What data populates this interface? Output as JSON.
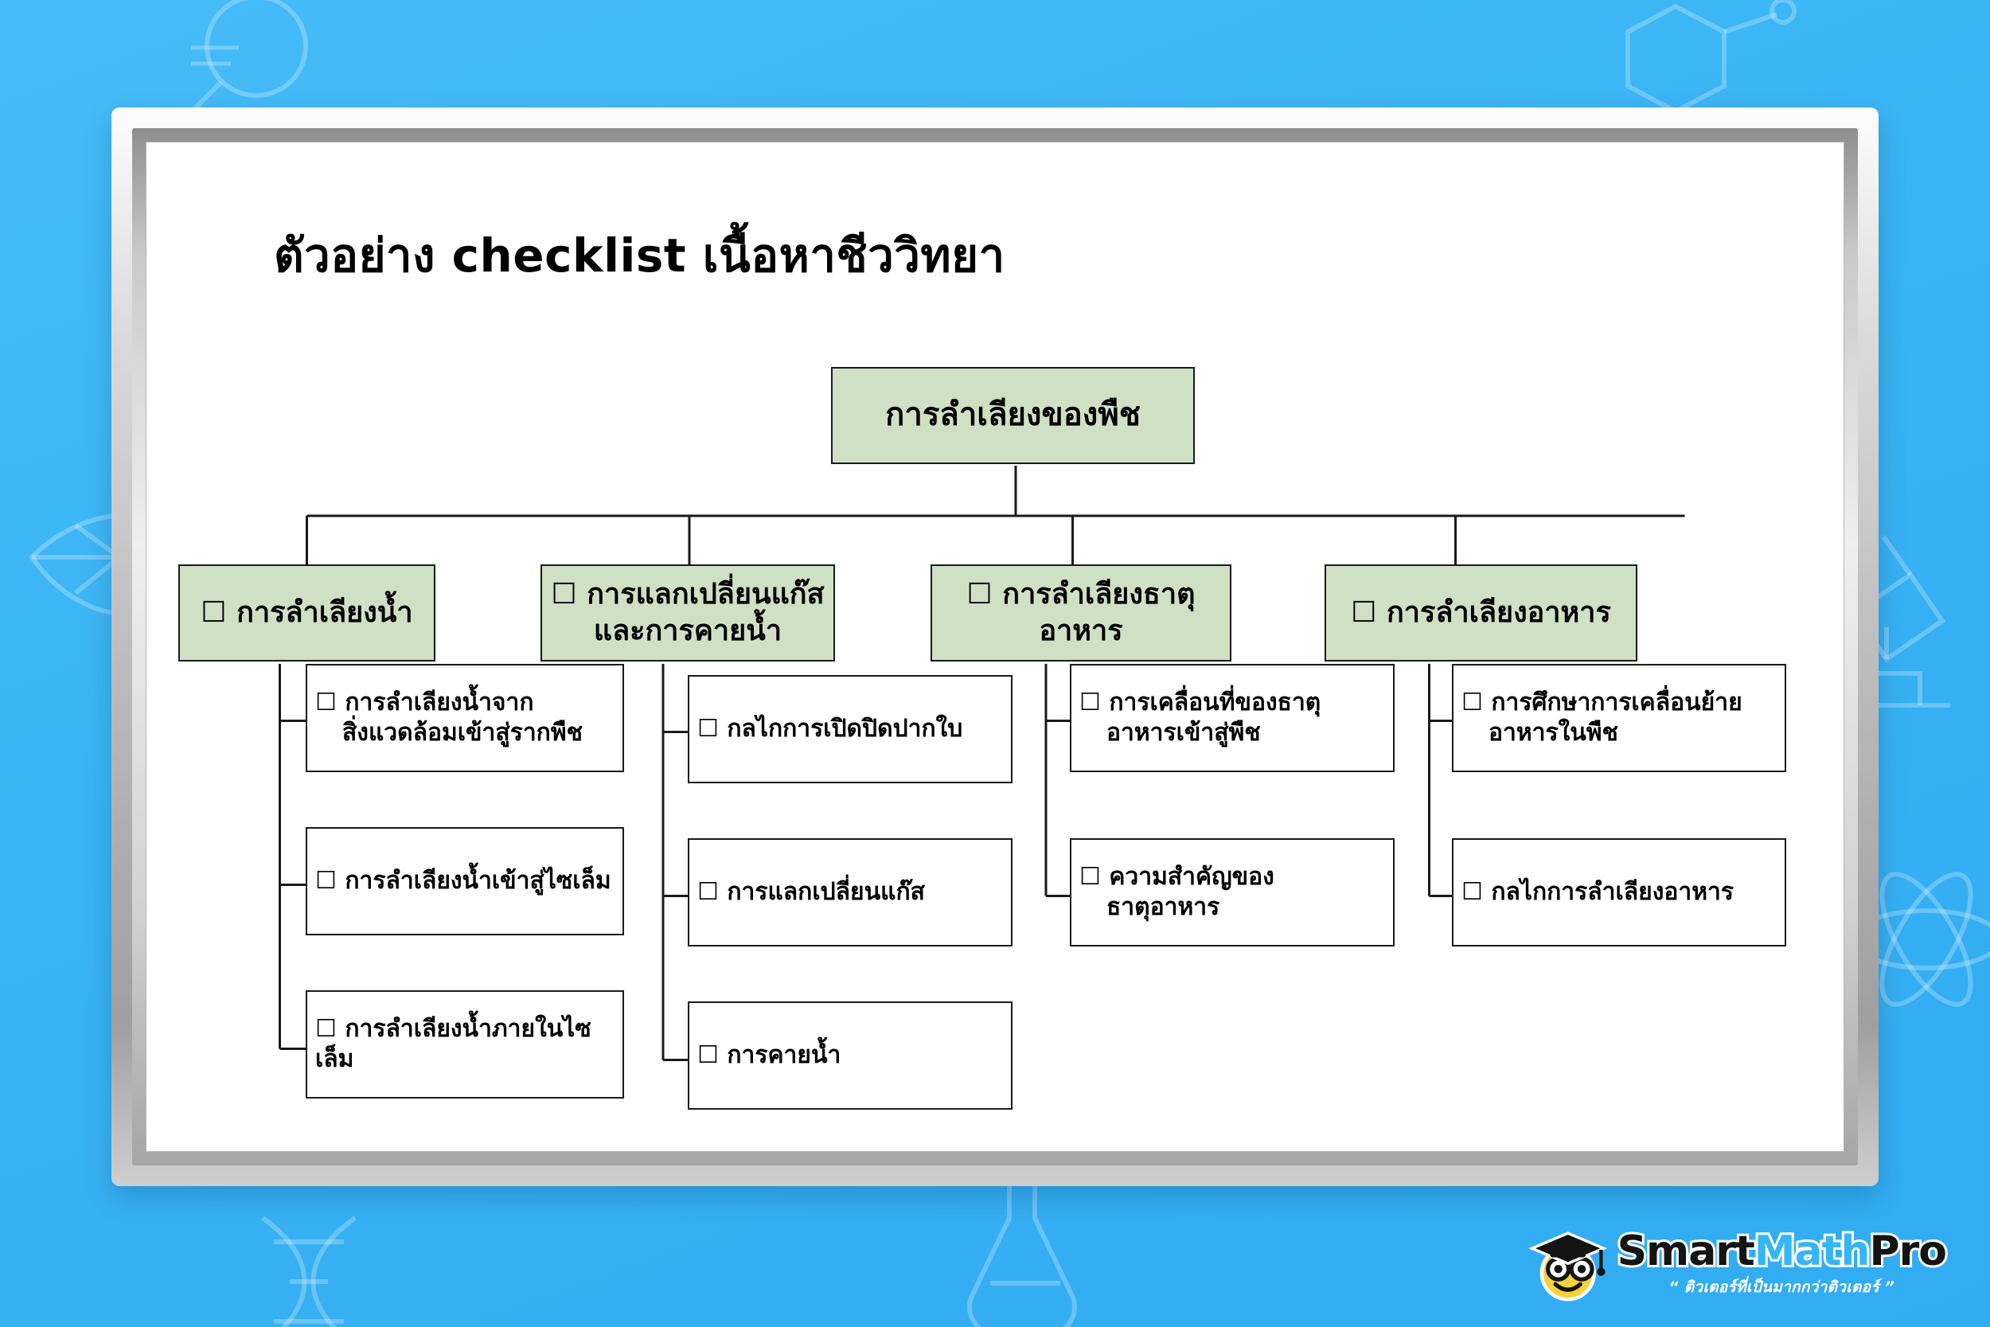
{
  "page": {
    "title": "ตัวอย่าง checklist เนื้อหาชีววิทยา",
    "background_color": "#3fb7f5",
    "frame_color": "#c9c9c9",
    "board_color": "#ffffff"
  },
  "diagram": {
    "type": "tree",
    "node_fill_level1": "#cfe0c4",
    "node_fill_level2": "#cfe0c4",
    "node_fill_leaf": "#ffffff",
    "node_border": "#1a1a1a",
    "checkbox_glyph": "☐",
    "root": {
      "label": "การลำเลียงของพืช"
    },
    "branches": [
      {
        "label": "☐ การลำเลียงน้ำ",
        "children": [
          {
            "label": "☐ การลำเลียงน้ำจาก",
            "label2": "สิ่งแวดล้อมเข้าสู่รากพืช"
          },
          {
            "label": "☐ การลำเลียงน้ำเข้าสู่ไซเล็ม",
            "label2": ""
          },
          {
            "label": "☐ การลำเลียงน้ำภายในไซเล็ม",
            "label2": ""
          }
        ]
      },
      {
        "label": "☐ การแลกเปลี่ยนแก๊ส",
        "label2": "และการคายน้ำ",
        "children": [
          {
            "label": "☐ กลไกการเปิดปิดปากใบ",
            "label2": ""
          },
          {
            "label": "☐ การแลกเปลี่ยนแก๊ส",
            "label2": ""
          },
          {
            "label": "☐ การคายน้ำ",
            "label2": ""
          }
        ]
      },
      {
        "label": "☐ การลำเลียงธาตุอาหาร",
        "children": [
          {
            "label": "☐ การเคลื่อนที่ของธาตุ",
            "label2": "อาหารเข้าสู่พืช"
          },
          {
            "label": "☐   ความสำคัญของ",
            "label2": "ธาตุอาหาร"
          }
        ]
      },
      {
        "label": "☐ การลำเลียงอาหาร",
        "children": [
          {
            "label": "☐ การศึกษาการเคลื่อนย้าย",
            "label2": "อาหารในพืช"
          },
          {
            "label": "☐ กลไกการลำเลียงอาหาร",
            "label2": ""
          }
        ]
      }
    ]
  },
  "logo": {
    "word_part1": "Smart",
    "word_part2": "Math",
    "word_part3": "Pro",
    "tagline": "“ ติวเตอร์ที่เป็นมากกว่าติวเตอร์ ”",
    "brand_color": "#35b6f6"
  }
}
